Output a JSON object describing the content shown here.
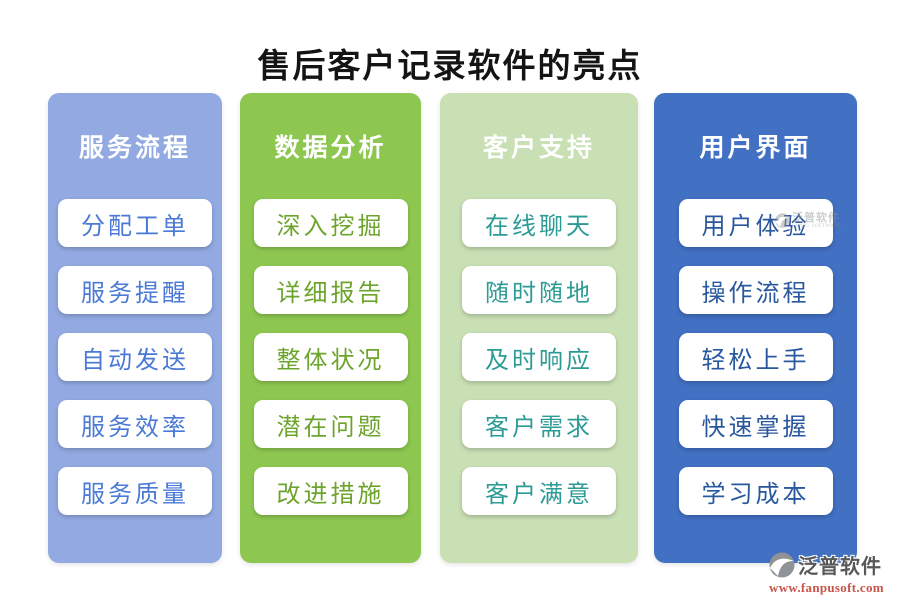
{
  "title": "售后客户记录软件的亮点",
  "header_text_color": "#ffffff",
  "columns": [
    {
      "header": "服务流程",
      "items": [
        "分配工单",
        "服务提醒",
        "自动发送",
        "服务效率",
        "服务质量"
      ],
      "bg": "#92a9e2",
      "item_text_color": "#4a7ad6"
    },
    {
      "header": "数据分析",
      "items": [
        "深入挖掘",
        "详细报告",
        "整体状况",
        "潜在问题",
        "改进措施"
      ],
      "bg": "#8dc750",
      "item_text_color": "#6da42c"
    },
    {
      "header": "客户支持",
      "items": [
        "在线聊天",
        "随时随地",
        "及时响应",
        "客户需求",
        "客户满意"
      ],
      "bg": "#c9dfb4",
      "item_text_color": "#2d9b95"
    },
    {
      "header": "用户界面",
      "items": [
        "用户体验",
        "操作流程",
        "轻松上手",
        "快速掌握",
        "学习成本"
      ],
      "bg": "#4270c3",
      "item_text_color": "#29589f"
    }
  ],
  "watermark": {
    "brand": "泛普软件",
    "subtitle": "FANPU SOFTWARE",
    "icon": "fanpu-circle-swoosh-icon"
  },
  "footer": {
    "brand": "泛普软件",
    "url": "www.fanpusoft.com",
    "brand_color": "#58595b",
    "url_color": "#c9544a",
    "icon": "fanpu-circle-swoosh-icon"
  }
}
